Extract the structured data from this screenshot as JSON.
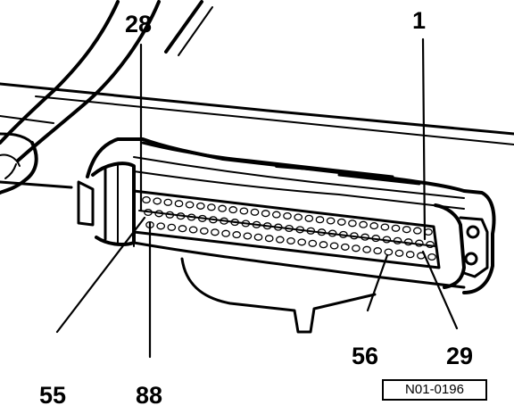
{
  "figure": {
    "labels": {
      "pin_28": "28",
      "pin_1": "1",
      "pin_55": "55",
      "pin_88": "88",
      "pin_56": "56",
      "pin_29": "29"
    },
    "reference_code": "N01-0196"
  }
}
